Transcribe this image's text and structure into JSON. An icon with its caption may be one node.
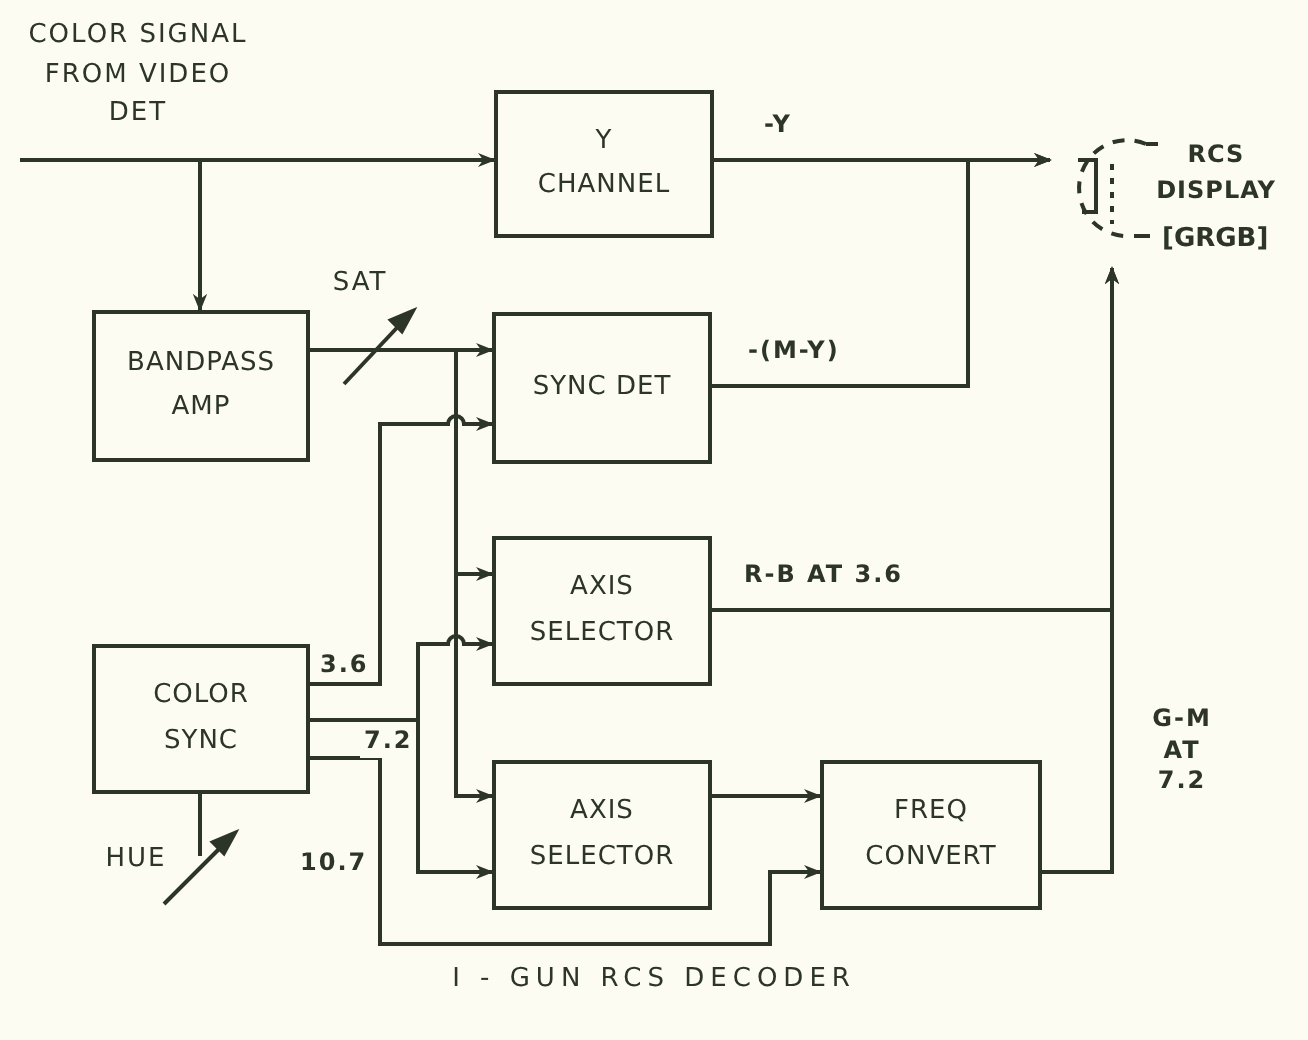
{
  "diagram": {
    "caption": "I - GUN RCS DECODER",
    "nodes": [
      {
        "text": [
          "Y CHANNEL"
        ]
      },
      {
        "text": [
          "BANDPASS AMP"
        ]
      },
      {
        "text": [
          "SYNC DET"
        ]
      },
      {
        "text": [
          "AXIS SELECTOR"
        ]
      },
      {
        "text": [
          "COLOR SYNC"
        ]
      },
      {
        "text": [
          "AXIS SELECTOR"
        ]
      },
      {
        "text": [
          "FREQ CONVERT"
        ]
      },
      {
        "text": [
          "RCS DISPLAY",
          "[GRGB]"
        ]
      }
    ],
    "edges": [
      {
        "from": null,
        "to": 0,
        "arrow": "to"
      },
      {
        "from": null,
        "to": 1,
        "arrow": "to"
      },
      {
        "from": 0,
        "to": 7,
        "arrow": "to",
        "label": "-Y"
      },
      {
        "from": 2,
        "to": 7,
        "arrow": "to",
        "label": "-(M-Y)"
      },
      {
        "from": 1,
        "to": 2,
        "arrow": "to"
      },
      {
        "from": 1,
        "to": 3,
        "arrow": "to"
      },
      {
        "from": 1,
        "to": 5,
        "arrow": "to"
      },
      {
        "from": 4,
        "to": 2,
        "arrow": "to",
        "label": "3.6"
      },
      {
        "from": 4,
        "to": 3,
        "arrow": "to",
        "label": "7.2"
      },
      {
        "from": 4,
        "to": 5,
        "arrow": "to"
      },
      {
        "from": 4,
        "to": 6,
        "arrow": "to",
        "label": "10.7"
      },
      {
        "from": 5,
        "to": 6,
        "arrow": "to"
      },
      {
        "from": 3,
        "to": 7,
        "arrow": "to",
        "label": "R-B AT 3.6"
      },
      {
        "from": 6,
        "to": 7,
        "arrow": "to",
        "label": "G-M AT 7.2"
      }
    ],
    "labels": [
      "COLOR SIGNAL FROM VIDEO DET",
      "SAT",
      "HUE"
    ]
  }
}
